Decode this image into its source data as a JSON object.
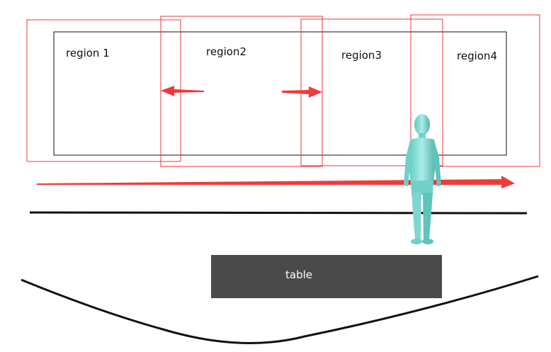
{
  "regions": [
    {
      "label": "region 1"
    },
    {
      "label": "region2"
    },
    {
      "label": "region3"
    },
    {
      "label": "region4"
    }
  ],
  "table": {
    "label": "table"
  },
  "colors": {
    "region_outline": "#e8383d",
    "arrow": "#f03a3a",
    "frame": "#111111",
    "table": "#4a4a4a",
    "table_text": "#ffffff",
    "figure": "#7fd8d0",
    "figure_shadow": "#4fb3ab"
  },
  "icons": {
    "figure": "person-figure-icon",
    "left_arrow": "arrow-left-icon",
    "right_arrow": "arrow-right-icon"
  }
}
